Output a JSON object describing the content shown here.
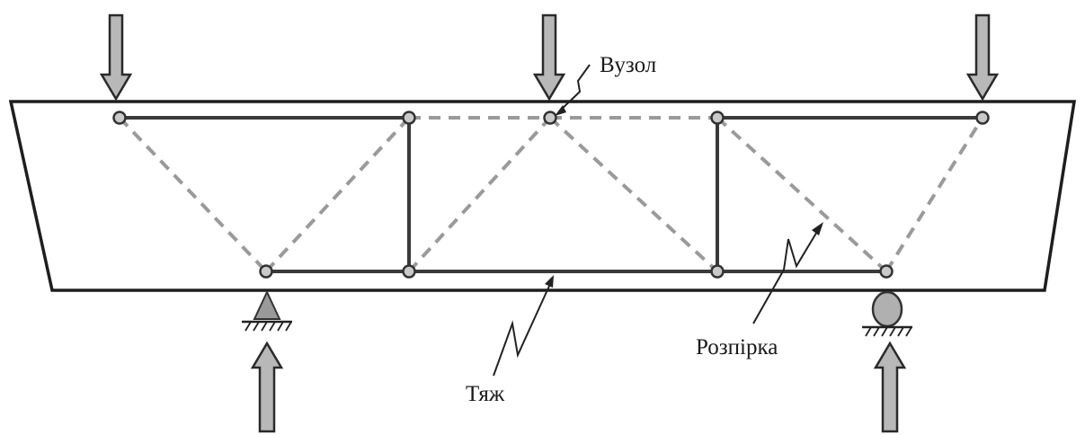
{
  "diagram": {
    "labels": {
      "node": "Вузол",
      "strut": "Розпірка",
      "tie": "Тяж"
    },
    "colors": {
      "background": "#ffffff",
      "outline": "#1e1e1e",
      "tie": "#3a3a3a",
      "strut": "#9a9a9a",
      "node_fill": "#c9c9c9",
      "arrow_fill": "#b8b8b8"
    },
    "supports": [
      "pin-support",
      "roller-support"
    ]
  }
}
